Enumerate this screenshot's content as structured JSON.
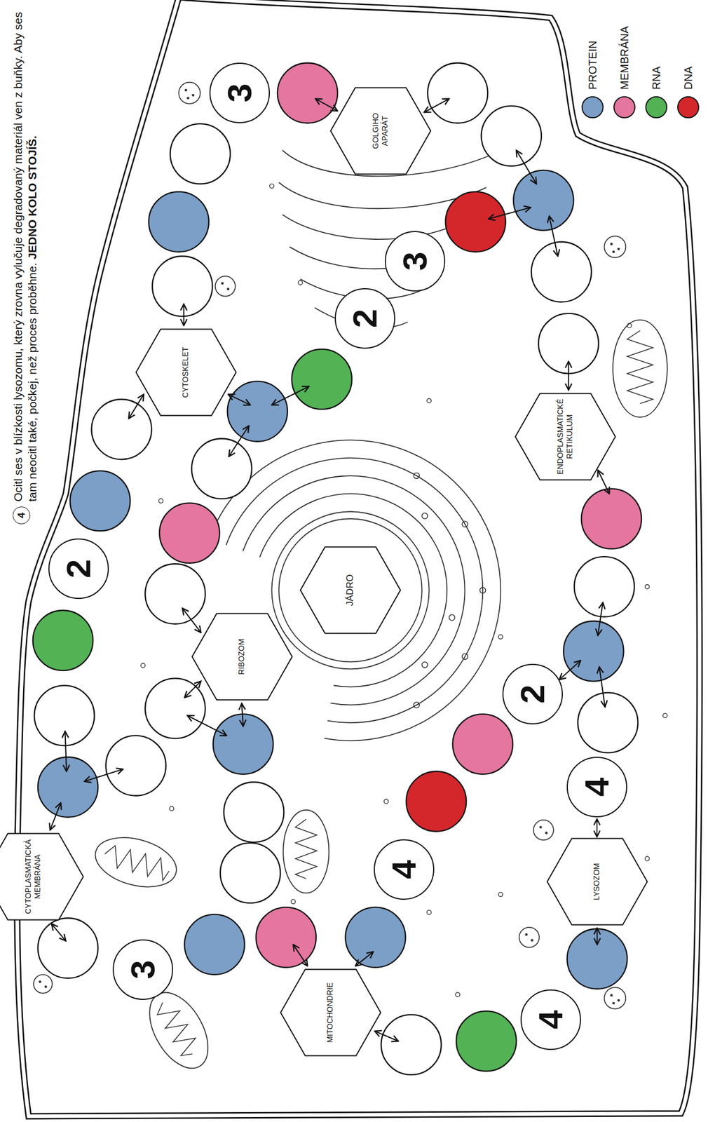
{
  "diagram": {
    "nodes": [
      {
        "text": [
          "4"
        ]
      },
      {
        "text": [
          "CYTOPLASMATICKÁ MEMBRÁNA"
        ]
      },
      {
        "text": [
          "3"
        ]
      },
      {
        "text": [
          "MITOCHONDRIE"
        ]
      },
      {
        "text": [
          "4"
        ]
      },
      {
        "text": [
          "LYSOZOM"
        ]
      },
      {
        "text": [
          "4"
        ]
      },
      {
        "text": [
          "4"
        ]
      },
      {
        "text": [
          "2"
        ]
      },
      {
        "text": [
          "RIBOZOM"
        ]
      },
      {
        "text": [
          "2"
        ]
      },
      {
        "text": [
          "JÁDRO"
        ]
      },
      {
        "text": [
          "ENDOPLASMATICKÉ RETIKULUM"
        ]
      },
      {
        "text": [
          "CYTOSKELET"
        ]
      },
      {
        "text": [
          "2"
        ]
      },
      {
        "text": [
          "3"
        ]
      },
      {
        "text": [
          "GOLGIHO APARÁT"
        ]
      },
      {
        "text": [
          "3"
        ]
      }
    ],
    "edges": [
      {
        "from": 5,
        "to": 6,
        "arrow": "both"
      }
    ],
    "labels": [
      "Ocitl ses v blízkosti lysozomu, který zrovna vylučuje degradovaný materiál ven z buňky. Aby ses tam neocitl také, počkej, než proces proběhne.",
      "JEDNO KOLO STOJÍŠ."
    ],
    "legend": [
      {
        "text": "PROTEIN",
        "color": "#7b9fc7"
      },
      {
        "text": "MEMBRÁNA",
        "color": "#e4769f"
      },
      {
        "text": "RNA",
        "color": "#52b254"
      },
      {
        "text": "DNA",
        "color": "#d3272c"
      }
    ]
  }
}
